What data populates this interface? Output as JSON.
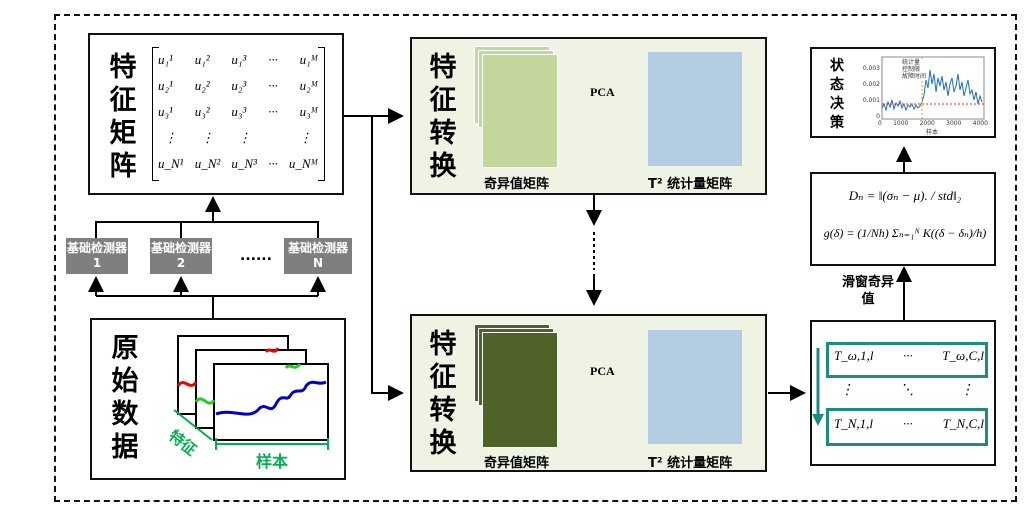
{
  "feature_matrix": {
    "title": "特征矩阵",
    "rows": [
      [
        "u₁¹",
        "u₁²",
        "u₁³",
        "···",
        "u₁ᴹ"
      ],
      [
        "u₂¹",
        "u₂²",
        "u₂³",
        "···",
        "u₂ᴹ"
      ],
      [
        "u₃¹",
        "u₃²",
        "u₃³",
        "···",
        "u₃ᴹ"
      ],
      [
        "⋮",
        "⋮",
        "⋮",
        "",
        "⋮"
      ],
      [
        "u_N¹",
        "u_N²",
        "u_N³",
        "···",
        "u_Nᴹ"
      ]
    ]
  },
  "detectors": {
    "d1": "基础检测器1",
    "d2": "基础检测器2",
    "dots": "......",
    "dn": "基础检测器N"
  },
  "raw_data": {
    "title": "原始数据",
    "feature_label": "特征",
    "sample_label": "样本"
  },
  "transform_top": {
    "title": "特征转换",
    "left_caption": "奇异值矩阵",
    "pca": "PCA",
    "right_caption": "T² 统计量矩阵",
    "accent": "#c3d69b"
  },
  "transform_bottom": {
    "title": "特征转换",
    "left_caption": "奇异值矩阵",
    "pca": "PCA",
    "right_caption": "T² 统计量矩阵",
    "accent": "#4f6228"
  },
  "state_decision": {
    "title": "状态决策",
    "legend": [
      "统计量",
      "控制限",
      "故障时间"
    ],
    "y_ticks": [
      "0.003",
      "0.002",
      "0.001",
      "0"
    ],
    "x_ticks": [
      "0",
      "1000",
      "2000",
      "3000",
      "4000"
    ],
    "xlabel": "样本"
  },
  "formulas": {
    "line1": "Dₙ = ‖(σₙ − μ). / std‖₂",
    "line2": "g(δ) = (1/Nh) Σₙ₌₁ᴺ K((δ − δₙ)/h)"
  },
  "sliding_label": "滑窗奇异值",
  "t_matrix": {
    "top_row": [
      "T_ω,1,l",
      "···",
      "T_ω,C,l"
    ],
    "mid_row": [
      "⋮",
      "⋱",
      "⋮"
    ],
    "bottom_row": [
      "T_N,1,l",
      "···",
      "T_N,C,l"
    ]
  }
}
